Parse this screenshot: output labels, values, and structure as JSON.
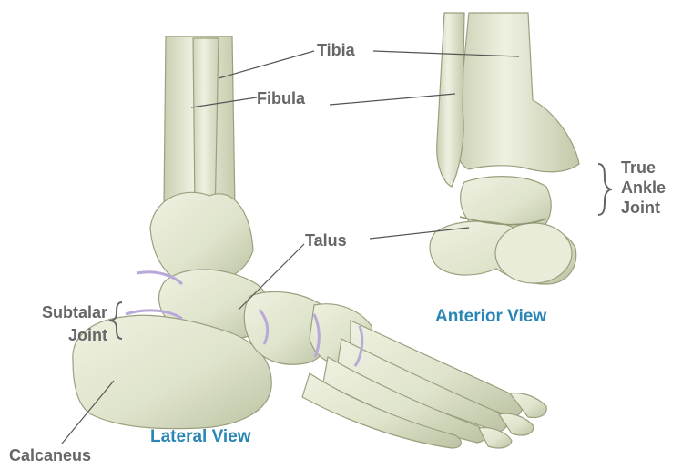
{
  "labels": {
    "tibia": "Tibia",
    "fibula": "Fibula",
    "talus": "Talus",
    "subtalar_line1": "Subtalar",
    "subtalar_line2": "Joint",
    "calcaneus": "Calcaneus",
    "true_line1": "True",
    "true_line2": "Ankle",
    "true_line3": "Joint"
  },
  "views": {
    "lateral": "Lateral View",
    "anterior": "Anterior View"
  },
  "colors": {
    "bone_fill": "#dfe4cc",
    "bone_shade": "#b9c0a0",
    "bone_outline": "#9aa07e",
    "joint_highlight": "#b9a9d8",
    "leader_line": "#555555",
    "label_text": "#666666",
    "view_title": "#2a86b4"
  }
}
